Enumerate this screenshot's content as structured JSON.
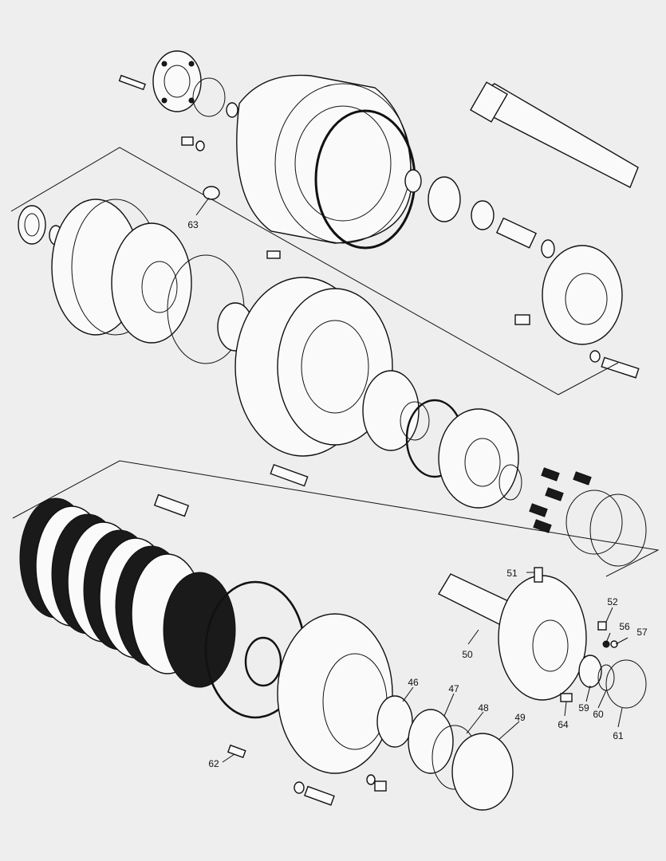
{
  "callouts": [
    {
      "id": "63",
      "text": "63"
    },
    {
      "id": "51",
      "text": "51"
    },
    {
      "id": "52",
      "text": "52"
    },
    {
      "id": "56",
      "text": "56"
    },
    {
      "id": "57",
      "text": "57"
    },
    {
      "id": "50",
      "text": "50"
    },
    {
      "id": "59",
      "text": "59"
    },
    {
      "id": "60",
      "text": "60"
    },
    {
      "id": "64",
      "text": "64"
    },
    {
      "id": "61",
      "text": "61"
    },
    {
      "id": "46",
      "text": "46"
    },
    {
      "id": "47",
      "text": "47"
    },
    {
      "id": "48",
      "text": "48"
    },
    {
      "id": "49",
      "text": "49"
    },
    {
      "id": "62",
      "text": "62"
    }
  ]
}
